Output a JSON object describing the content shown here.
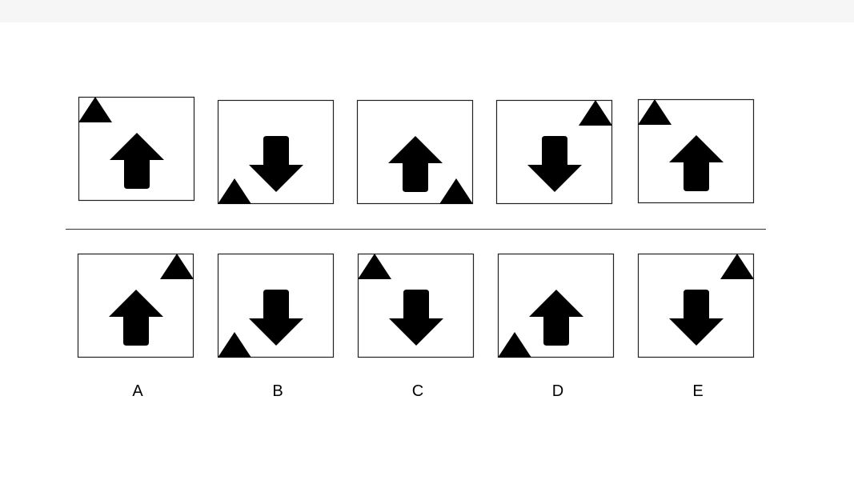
{
  "question_row": [
    {
      "arrow": "up",
      "triangle": "top-left"
    },
    {
      "arrow": "down",
      "triangle": "bottom-left"
    },
    {
      "arrow": "up",
      "triangle": "bottom-right"
    },
    {
      "arrow": "down",
      "triangle": "top-right"
    },
    {
      "arrow": "up",
      "triangle": "top-left"
    }
  ],
  "answer_options": [
    {
      "label": "A",
      "arrow": "up",
      "triangle": "top-right"
    },
    {
      "label": "B",
      "arrow": "down",
      "triangle": "bottom-left"
    },
    {
      "label": "C",
      "arrow": "down",
      "triangle": "top-left"
    },
    {
      "label": "D",
      "arrow": "up",
      "triangle": "bottom-left"
    },
    {
      "label": "E",
      "arrow": "down",
      "triangle": "top-right"
    }
  ],
  "colors": {
    "figure_fill": "#000000",
    "frame_stroke": "#222222",
    "background": "#ffffff"
  }
}
